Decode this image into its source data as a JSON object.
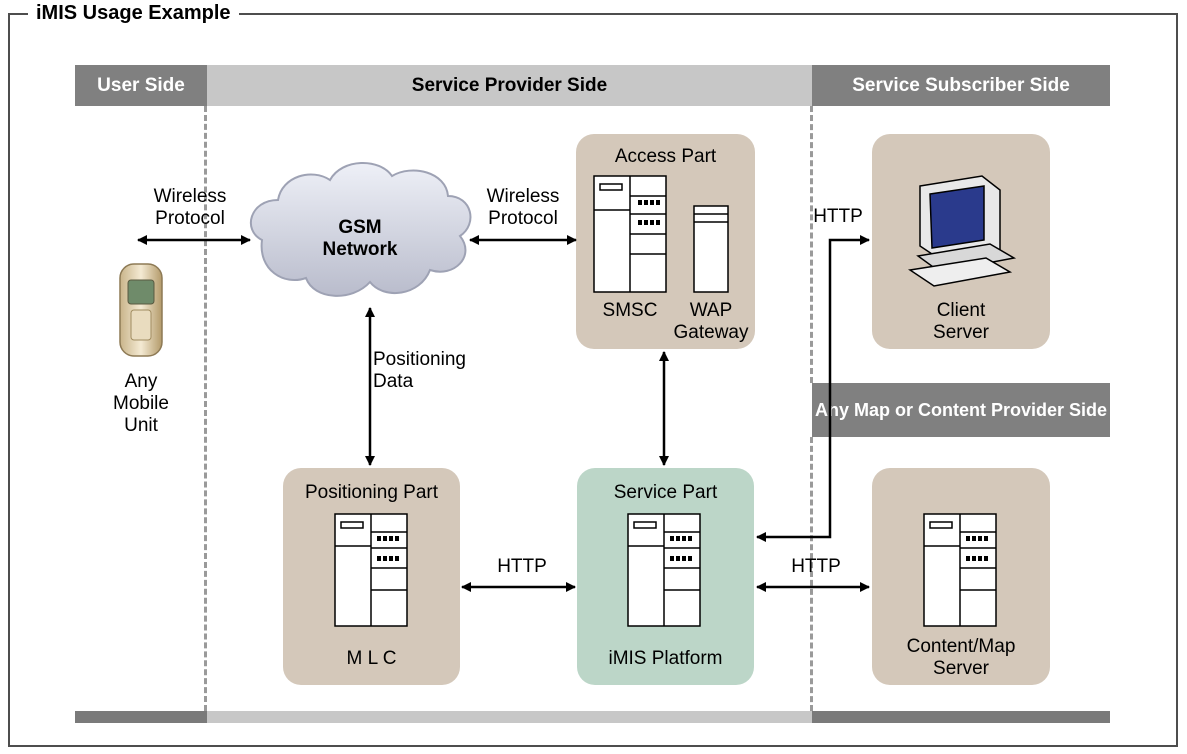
{
  "title": "iMIS Usage Example",
  "headers": {
    "user_side": "User Side",
    "service_provider_side": "Service Provider Side",
    "service_subscriber_side": "Service Subscriber Side",
    "map_content_provider_side": "Any Map or Content Provider Side"
  },
  "network": {
    "label_line1": "GSM",
    "label_line2": "Network"
  },
  "mobile": {
    "line1": "Any",
    "line2": "Mobile",
    "line3": "Unit"
  },
  "access_part": {
    "title": "Access Part",
    "smsc": "SMSC",
    "wap_line1": "WAP",
    "wap_line2": "Gateway"
  },
  "positioning_part": {
    "title": "Positioning Part",
    "caption": "M L C"
  },
  "service_part": {
    "title": "Service Part",
    "caption": "iMIS Platform"
  },
  "client_server": {
    "line1": "Client",
    "line2": "Server"
  },
  "content_server": {
    "line1": "Content/Map",
    "line2": "Server"
  },
  "links": {
    "wireless_line1": "Wireless",
    "wireless_line2": "Protocol",
    "wireless2_line1": "Wireless",
    "wireless2_line2": "Protocol",
    "positioning_line1": "Positioning",
    "positioning_line2": "Data",
    "http_subscriber": "HTTP",
    "http_positioning": "HTTP",
    "http_content": "HTTP"
  },
  "colors": {
    "header_dark": "#808080",
    "header_light": "#c7c7c7",
    "box_tan": "#d4c8ba",
    "box_green": "#bcd6c8",
    "screen_blue": "#2a3a8c"
  }
}
